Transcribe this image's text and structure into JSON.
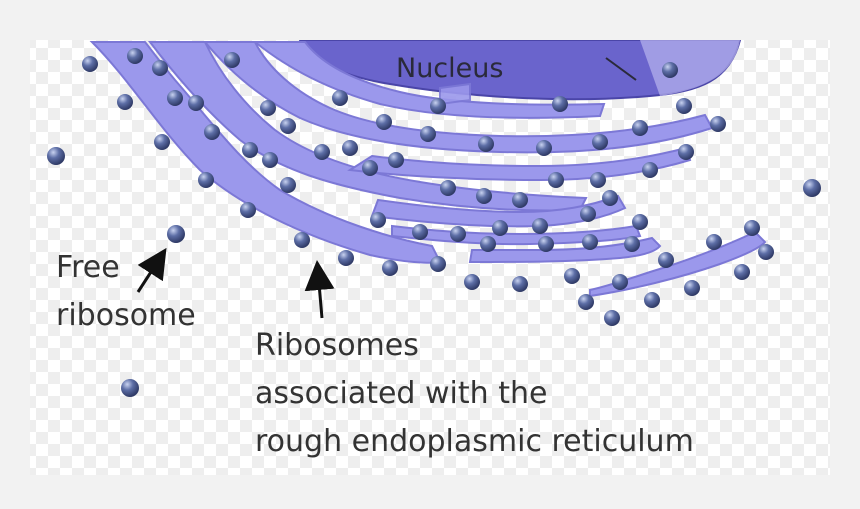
{
  "labels": {
    "nucleus": "Nucleus",
    "free_line1": "Free",
    "free_line2": "ribosome",
    "rer_line1": "Ribosomes",
    "rer_line2": "associated with the",
    "rer_line3": "rough endoplasmic reticulum"
  },
  "colors": {
    "nucleus": "#6a64cc",
    "er_membrane": "#9b98ec",
    "er_edge": "#7c78d6",
    "ribosome": "#4a5a8e",
    "arrow": "#111111",
    "text": "#333333"
  }
}
